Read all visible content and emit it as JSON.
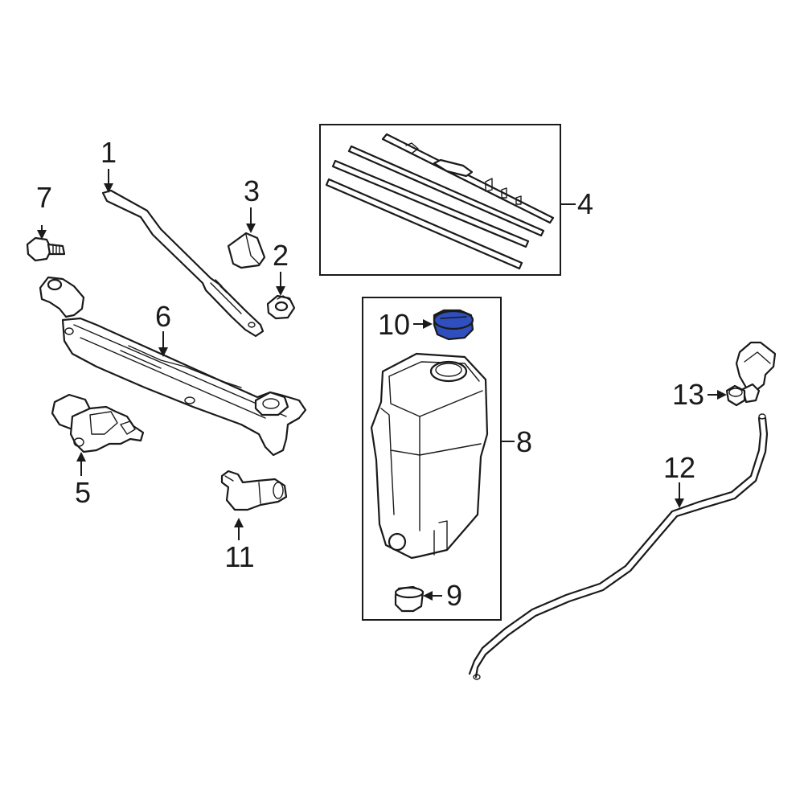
{
  "diagram": {
    "highlight_color": "#2f4fbf",
    "callouts": [
      {
        "id": "c1",
        "label": "1"
      },
      {
        "id": "c2",
        "label": "2"
      },
      {
        "id": "c3",
        "label": "3"
      },
      {
        "id": "c4",
        "label": "4"
      },
      {
        "id": "c5",
        "label": "5"
      },
      {
        "id": "c6",
        "label": "6"
      },
      {
        "id": "c7",
        "label": "7"
      },
      {
        "id": "c8",
        "label": "8"
      },
      {
        "id": "c9",
        "label": "9"
      },
      {
        "id": "c10",
        "label": "10"
      },
      {
        "id": "c11",
        "label": "11"
      },
      {
        "id": "c12",
        "label": "12"
      },
      {
        "id": "c13",
        "label": "13"
      }
    ]
  }
}
